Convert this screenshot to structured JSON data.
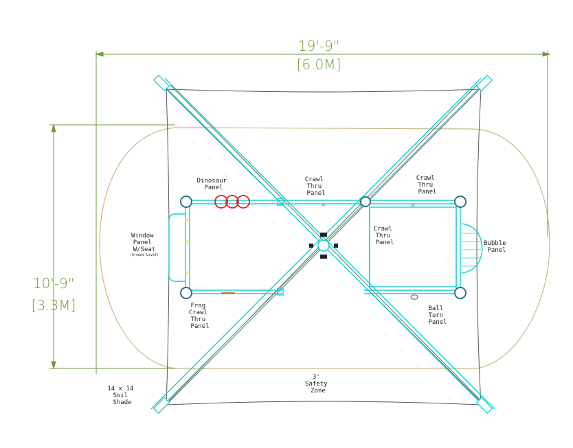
{
  "dimensions": {
    "width_ft": "19'-9\"",
    "width_m": "[6.0M]",
    "depth_ft": "10'-9\"",
    "depth_m": "[3.3M]"
  },
  "labels": {
    "dinosaur_panel": [
      "Dinosaur",
      "Panel"
    ],
    "crawl_thru_top_mid": [
      "Crawl",
      "Thru",
      "Panel"
    ],
    "crawl_thru_top_right": [
      "Crawl",
      "Thru",
      "Panel"
    ],
    "crawl_thru_inner": [
      "Crawl",
      "Thru",
      "Panel"
    ],
    "bubble_panel": [
      "Bubble",
      "Panel"
    ],
    "window_panel": [
      "Window",
      "Panel",
      "W/Seat"
    ],
    "window_panel_note": "(Ground Level)",
    "frog_crawl": [
      "Frog",
      "Crawl",
      "Thru",
      "Panel"
    ],
    "ball_turn": [
      "Ball",
      "Turn",
      "Panel"
    ],
    "safety_zone": [
      "3'",
      "Safety",
      "Zone"
    ],
    "soil_shade": [
      "14 x 14",
      "Soil",
      "Shade"
    ]
  },
  "colors": {
    "dimension": "#6e9a3c",
    "safety_zone": "#c8b98a",
    "frame": "#18d0d0",
    "post": "#2f6f8a",
    "dinosaur": "#e02020",
    "shade": "#555555"
  }
}
